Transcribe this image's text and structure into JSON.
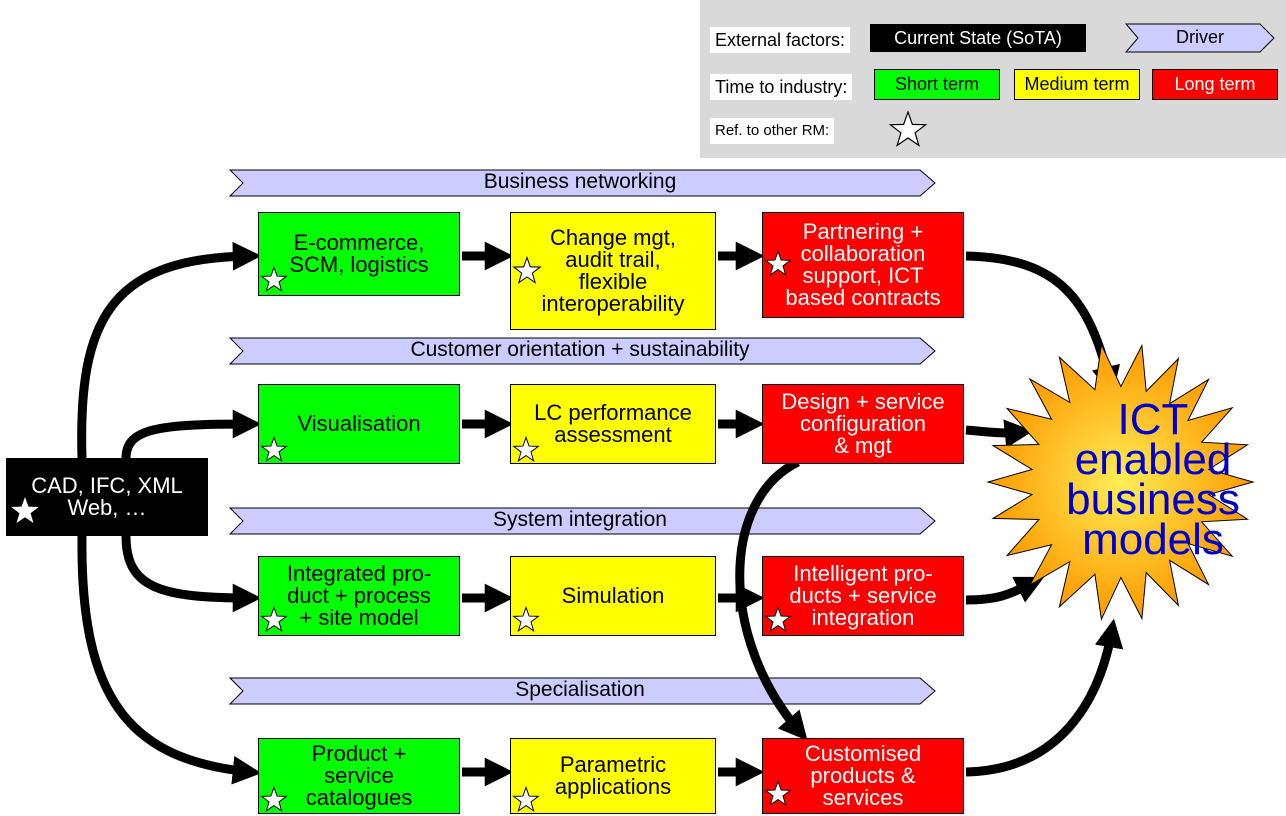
{
  "legend": {
    "external_factors_label": "External factors:",
    "current_state_label": "Current State (SoTA)",
    "driver_label": "Driver",
    "time_to_industry_label": "Time to industry:",
    "short_term_label": "Short term",
    "medium_term_label": "Medium term",
    "long_term_label": "Long term",
    "ref_label": "Ref. to other RM:"
  },
  "drivers": [
    {
      "label": "Business networking"
    },
    {
      "label": "Customer orientation + sustainability"
    },
    {
      "label": "System integration"
    },
    {
      "label": "Specialisation"
    }
  ],
  "current_state": {
    "label": "CAD, IFC, XML\nWeb, …"
  },
  "nodes": {
    "business": [
      {
        "label": "E-commerce,\nSCM, logistics"
      },
      {
        "label": "Change mgt,\naudit trail,\nflexible\ninteroperability"
      },
      {
        "label": "Partnering +\ncollaboration\nsupport, ICT\nbased contracts"
      }
    ],
    "customer": [
      {
        "label": "Visualisation"
      },
      {
        "label": "LC performance\nassessment"
      },
      {
        "label": "Design + service\nconfiguration\n& mgt"
      }
    ],
    "system": [
      {
        "label": "Integrated pro-\nduct + process\n+ site model"
      },
      {
        "label": "Simulation"
      },
      {
        "label": "Intelligent pro-\nducts + service\nintegration"
      }
    ],
    "special": [
      {
        "label": "Product +\nservice\ncatalogues"
      },
      {
        "label": "Parametric\napplications"
      },
      {
        "label": "Customised\nproducts &\nservices"
      }
    ]
  },
  "goal": {
    "label": "ICT\nenabled\nbusiness\nmodels"
  },
  "colors": {
    "short_term": "#00ff00",
    "medium_term": "#ffff00",
    "long_term": "#ff0000",
    "current_state": "#000000",
    "driver": "#ccccff",
    "legend_panel": "#d9d9d9",
    "goal_fill": "#ffcc00",
    "goal_text": "#0000cc"
  },
  "icons": [
    "star-icon",
    "sun-burst-icon",
    "arrow-icon",
    "chevron-icon"
  ]
}
